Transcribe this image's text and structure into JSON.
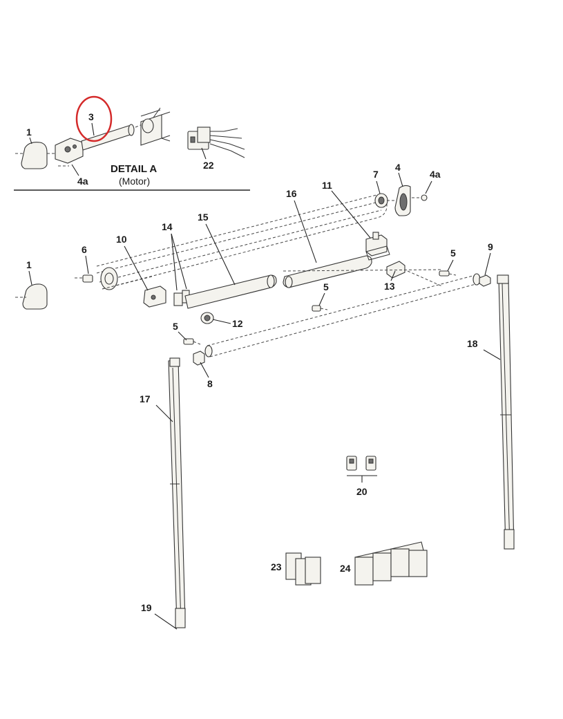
{
  "detail": {
    "title": "DETAIL A",
    "subtitle": "(Motor)"
  },
  "highlight_color": "#d42a2a",
  "callouts": {
    "d_1": "1",
    "d_3": "3",
    "d_4a": "4a",
    "d_22": "22",
    "c_1": "1",
    "c_4": "4",
    "c_4a": "4a",
    "c_5a": "5",
    "c_5b": "5",
    "c_5c": "5",
    "c_6": "6",
    "c_7": "7",
    "c_8": "8",
    "c_9": "9",
    "c_10": "10",
    "c_11": "11",
    "c_12": "12",
    "c_13": "13",
    "c_14": "14",
    "c_15": "15",
    "c_16": "16",
    "c_17": "17",
    "c_18": "18",
    "c_19": "19",
    "c_20": "20",
    "c_23": "23",
    "c_24": "24"
  }
}
